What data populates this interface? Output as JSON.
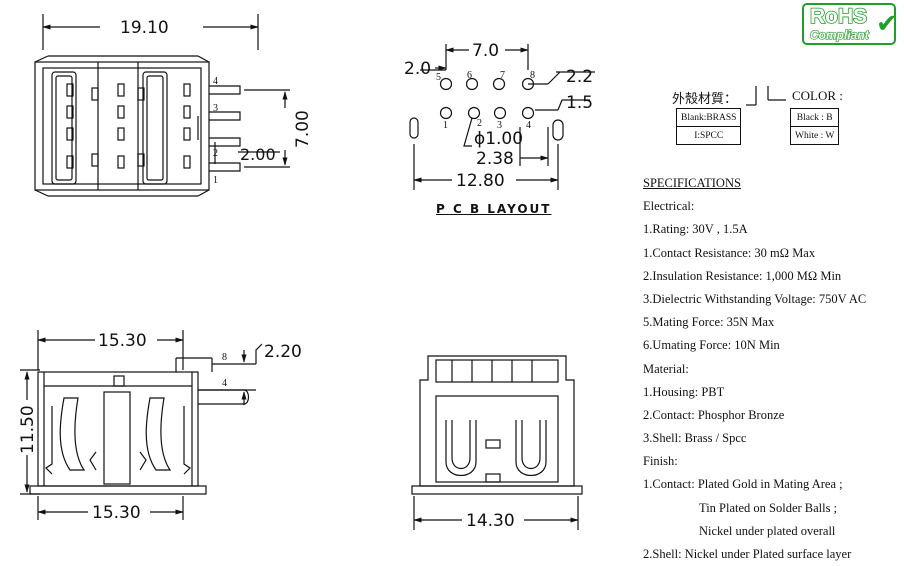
{
  "badge": {
    "title": "RoHS",
    "subtitle": "Compliant",
    "check_icon": "checkmark-icon",
    "color": "#1f9e2a"
  },
  "pcb_layout": {
    "title": "P C B LAYOUT",
    "dims": {
      "pitch_outer": "7.0",
      "left_offset": "2.0",
      "right_offset": "2.2",
      "hole_offset": "1.5",
      "hole_dia": "ϕ1.00",
      "pitch_inner": "2.38",
      "width": "12.80"
    },
    "pins_top": [
      "5",
      "6",
      "7",
      "8"
    ],
    "pins_bottom": [
      "1",
      "2",
      "3",
      "4"
    ]
  },
  "top_view": {
    "width": "19.10",
    "pitch_outer": "7.00",
    "pitch_inner": "2.00",
    "pins": [
      "4",
      "3",
      "2",
      "1"
    ]
  },
  "front_view": {
    "top_width": "15.30",
    "height": "11.50",
    "bottom_width": "15.30",
    "offset": "2.20",
    "pins": [
      "8",
      "4"
    ]
  },
  "side_view": {
    "width": "14.30"
  },
  "material": {
    "label": "外殼材質：",
    "rows": [
      "Blank:BRASS",
      "I:SPCC"
    ]
  },
  "color": {
    "label": "COLOR :",
    "rows": [
      "Black : B",
      "White : W"
    ]
  },
  "specifications": {
    "title": "SPECIFICATIONS",
    "lines": [
      {
        "text": "Electrical:",
        "indent": false
      },
      {
        "text": "1.Rating: 30V , 1.5A",
        "indent": false
      },
      {
        "text": "1.Contact Resistance: 30 mΩ Max",
        "indent": false
      },
      {
        "text": "2.Insulation Resistance: 1,000 MΩ Min",
        "indent": false
      },
      {
        "text": "3.Dielectric Withstanding Voltage: 750V AC",
        "indent": false
      },
      {
        "text": "5.Mating Force: 35N Max",
        "indent": false
      },
      {
        "text": "6.Umating Force: 10N Min",
        "indent": false
      },
      {
        "text": "Material:",
        "indent": false
      },
      {
        "text": "1.Housing: PBT",
        "indent": false
      },
      {
        "text": "2.Contact: Phosphor Bronze",
        "indent": false
      },
      {
        "text": "3.Shell: Brass / Spcc",
        "indent": false
      },
      {
        "text": "Finish:",
        "indent": false
      },
      {
        "text": "1.Contact: Plated Gold in Mating Area ;",
        "indent": false
      },
      {
        "text": "Tin Plated on Solder Balls ;",
        "indent": true
      },
      {
        "text": "Nickel under plated overall",
        "indent": true
      },
      {
        "text": "2.Shell: Nickel under Plated surface layer",
        "indent": false
      }
    ]
  }
}
